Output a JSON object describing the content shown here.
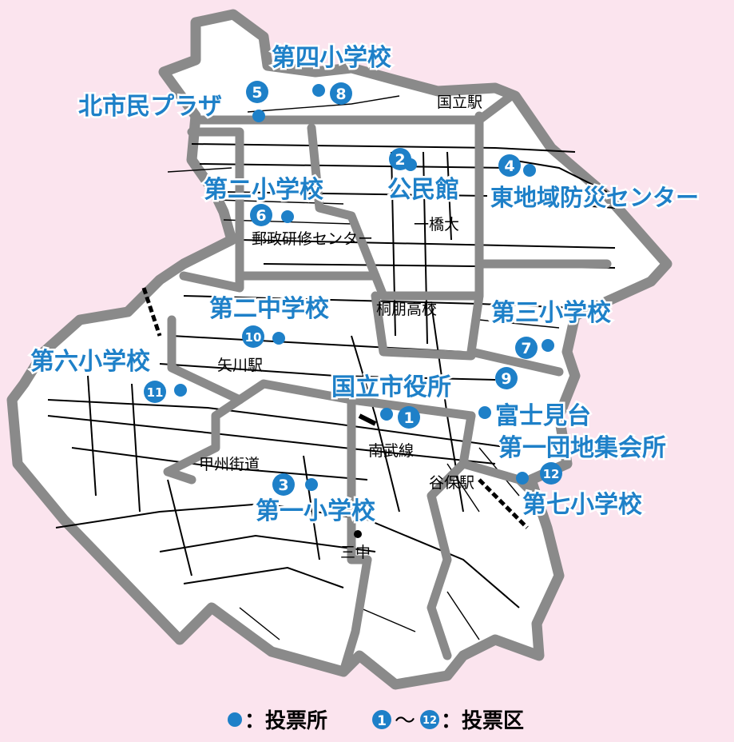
{
  "colors": {
    "background": "#fbe4ee",
    "label": "#1e80c8",
    "boundary": "#8a8a8a",
    "city_fill": "#ffffff",
    "roads": "#000000"
  },
  "places": {
    "kita_shimin_plaza": "北市民プラザ",
    "dai4_shogakko": "第四小学校",
    "kominkan": "公民館",
    "higashi_chiiki_bosai": "東地域防災センター",
    "dai2_shogakko": "第二小学校",
    "dai2_chugakko": "第二中学校",
    "dai3_shogakko": "第三小学校",
    "dai6_shogakko": "第六小学校",
    "shiyakusho": "国立市役所",
    "fujimidai": "富士見台",
    "dai1_danchi_shukaisho": "第一団地集会所",
    "dai1_shogakko": "第一小学校",
    "dai7_shogakko": "第七小学校"
  },
  "landmarks": {
    "kunitachi_eki": "国立駅",
    "hitotsubashi": "一橋大",
    "yusei_kenshu": "郵政研修センター",
    "toho_koko": "桐朋高校",
    "yaho_eki": "矢川駅",
    "koshu_kaido": "甲州街道",
    "nambu_sen": "南武線",
    "yaho_eki2": "谷保駅",
    "sanchu": "三中"
  },
  "badges": [
    "1",
    "2",
    "3",
    "4",
    "5",
    "6",
    "7",
    "8",
    "9",
    "10",
    "11",
    "12"
  ],
  "legend": {
    "dot_label": "：投票所",
    "badge_from": "1",
    "tilde": "〜",
    "badge_to": "12",
    "range_label": "：投票区"
  }
}
